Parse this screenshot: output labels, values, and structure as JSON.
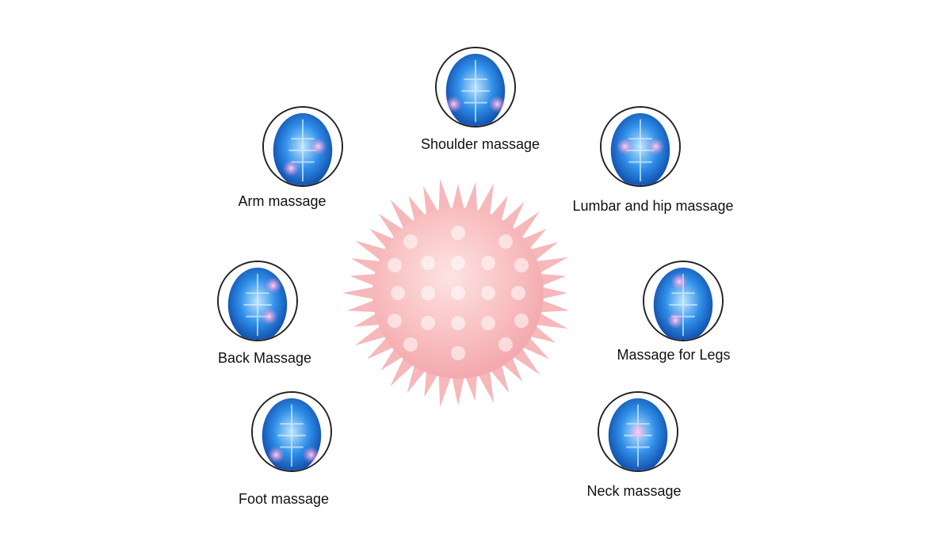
{
  "items": [
    {
      "label": "Shoulder massage",
      "icon": "shoulder-xray-icon"
    },
    {
      "label": "Arm massage",
      "icon": "arm-xray-icon"
    },
    {
      "label": "Lumbar and hip massage",
      "icon": "lumbar-xray-icon"
    },
    {
      "label": "Back Massage",
      "icon": "back-xray-icon"
    },
    {
      "label": "Massage for Legs",
      "icon": "leg-xray-icon"
    },
    {
      "label": "Foot massage",
      "icon": "foot-xray-icon"
    },
    {
      "label": "Neck massage",
      "icon": "neck-xray-icon"
    }
  ],
  "colors": {
    "xray_blue": "#1e7be0",
    "highlight_pink": "#ff8fd0",
    "ball_pink": "#f9c3c5"
  }
}
